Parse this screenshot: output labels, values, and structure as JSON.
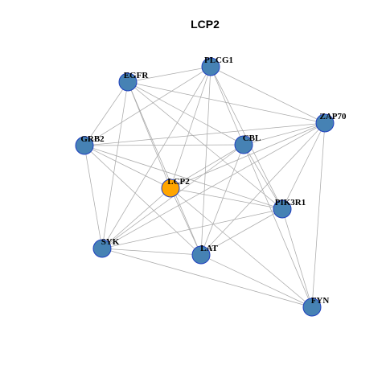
{
  "graph": {
    "title": "LCP2",
    "colors": {
      "node_fill": "#4682b4",
      "node_border": "#1f3fbf",
      "highlight_fill": "#ffa500",
      "edge": "#aaaaaa"
    },
    "nodes": [
      {
        "id": "LCP2",
        "label": "LCP2",
        "highlight": true
      },
      {
        "id": "PLCG1",
        "label": "PLCG1",
        "highlight": false
      },
      {
        "id": "EGFR",
        "label": "EGFR",
        "highlight": false
      },
      {
        "id": "ZAP70",
        "label": "ZAP70",
        "highlight": false
      },
      {
        "id": "GRB2",
        "label": "GRB2",
        "highlight": false
      },
      {
        "id": "CBL",
        "label": "CBL",
        "highlight": false
      },
      {
        "id": "PIK3R1",
        "label": "PIK3R1",
        "highlight": false
      },
      {
        "id": "SYK",
        "label": "SYK",
        "highlight": false
      },
      {
        "id": "LAT",
        "label": "LAT",
        "highlight": false
      },
      {
        "id": "FYN",
        "label": "FYN",
        "highlight": false
      }
    ],
    "edges": [
      [
        "PLCG1",
        "EGFR"
      ],
      [
        "PLCG1",
        "ZAP70"
      ],
      [
        "PLCG1",
        "GRB2"
      ],
      [
        "PLCG1",
        "CBL"
      ],
      [
        "PLCG1",
        "LCP2"
      ],
      [
        "PLCG1",
        "PIK3R1"
      ],
      [
        "PLCG1",
        "SYK"
      ],
      [
        "PLCG1",
        "LAT"
      ],
      [
        "EGFR",
        "ZAP70"
      ],
      [
        "EGFR",
        "GRB2"
      ],
      [
        "EGFR",
        "CBL"
      ],
      [
        "EGFR",
        "LCP2"
      ],
      [
        "EGFR",
        "PIK3R1"
      ],
      [
        "EGFR",
        "SYK"
      ],
      [
        "EGFR",
        "LAT"
      ],
      [
        "GRB2",
        "ZAP70"
      ],
      [
        "GRB2",
        "CBL"
      ],
      [
        "GRB2",
        "LCP2"
      ],
      [
        "GRB2",
        "SYK"
      ],
      [
        "GRB2",
        "LAT"
      ],
      [
        "GRB2",
        "PIK3R1"
      ],
      [
        "ZAP70",
        "CBL"
      ],
      [
        "ZAP70",
        "LCP2"
      ],
      [
        "ZAP70",
        "PIK3R1"
      ],
      [
        "ZAP70",
        "LAT"
      ],
      [
        "ZAP70",
        "FYN"
      ],
      [
        "ZAP70",
        "SYK"
      ],
      [
        "CBL",
        "LCP2"
      ],
      [
        "CBL",
        "PIK3R1"
      ],
      [
        "CBL",
        "LAT"
      ],
      [
        "CBL",
        "FYN"
      ],
      [
        "CBL",
        "SYK"
      ],
      [
        "LCP2",
        "PIK3R1"
      ],
      [
        "LCP2",
        "SYK"
      ],
      [
        "LCP2",
        "LAT"
      ],
      [
        "LCP2",
        "FYN"
      ],
      [
        "PIK3R1",
        "SYK"
      ],
      [
        "PIK3R1",
        "LAT"
      ],
      [
        "PIK3R1",
        "FYN"
      ],
      [
        "SYK",
        "LAT"
      ],
      [
        "SYK",
        "FYN"
      ],
      [
        "LAT",
        "FYN"
      ]
    ]
  }
}
